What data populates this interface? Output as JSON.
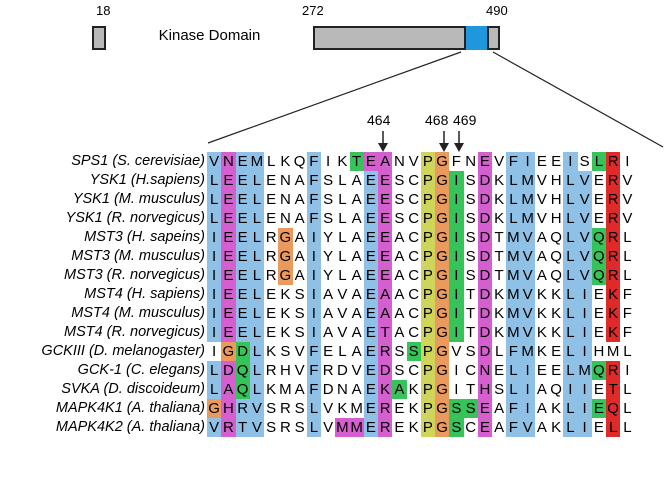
{
  "domain_map": {
    "ticks": [
      "18",
      "272",
      "490"
    ],
    "domain_label": "Kinase Domain"
  },
  "markers": [
    "464",
    "468",
    "469"
  ],
  "colors": {
    "blue": "#8fc0e6",
    "magenta": "#d65fd0",
    "orange": "#eb9a5d",
    "green": "#36c35a",
    "yellow": "#cfd45a",
    "red": "#e02a2a",
    "white": "#ffffff",
    "domain_blue": "#1f97dd",
    "domain_gray": "#b9b9b9"
  },
  "rows": [
    {
      "label": "SPS1 (S. cerevisiae)",
      "seq": "VNEMLKQFIKTEANVPGFNEVFIEEISLRI"
    },
    {
      "label": "YSK1 (H.sapiens)",
      "seq": "LEELENAFSLAEESCPGISDKLMVHLVERV"
    },
    {
      "label": "YSK1 (M. musculus)",
      "seq": "LEELENAFSLAEESCPGISDKLMVHLVERV"
    },
    {
      "label": "YSK1 (R. norvegicus)",
      "seq": "LEELENAFSLAEESCPGISDKLMVHLVERV"
    },
    {
      "label": "MST3 (H. sapeins)",
      "seq": "IEELRGAIYLAEEACPGISDTMVAQLVQRL"
    },
    {
      "label": "MST3 (M. musculus)",
      "seq": "IEELRGAIYLAEEACPGISDTMVAQLVQRL"
    },
    {
      "label": "MST3 (R. norvegicus)",
      "seq": "IEELRGAIYLAEEACPGISDTMVAQLVQRL"
    },
    {
      "label": "MST4 (H. sapiens)",
      "seq": "IEELEKSIAVAEAACPGITDKMVKKLIEKF"
    },
    {
      "label": "MST4 (M. musculus)",
      "seq": "IEELEKSIAVAEAACPGITDKMVKKLIEKF"
    },
    {
      "label": "MST4 (R. norvegicus)",
      "seq": "IEELEKSIAVAETACPGITDKMVKKLIEKF"
    },
    {
      "label": "GCKIII (D. melanogaster)",
      "seq": "IGDLKSVFELAERSSPGVSDLFMKELIHML"
    },
    {
      "label": "GCK-1 (C. elegans)",
      "seq": "LDQLRHVFRDVEDSCPGICNELIEELMQRI"
    },
    {
      "label": "SVKA (D. discoideum)",
      "seq": "LAQLKMAFDNAEKAKPGITHSLIAQIIETL"
    },
    {
      "label": "MAPK4K1 (A. thaliana)",
      "seq": "GHRVSRSLVKMEREKPGSSEAFIAKLIEQL"
    },
    {
      "label": "MAPK4K2 (A. thaliana)",
      "seq": "VRTVSRSLVMMEREKPGSCEAFVAKLIELL"
    }
  ]
}
